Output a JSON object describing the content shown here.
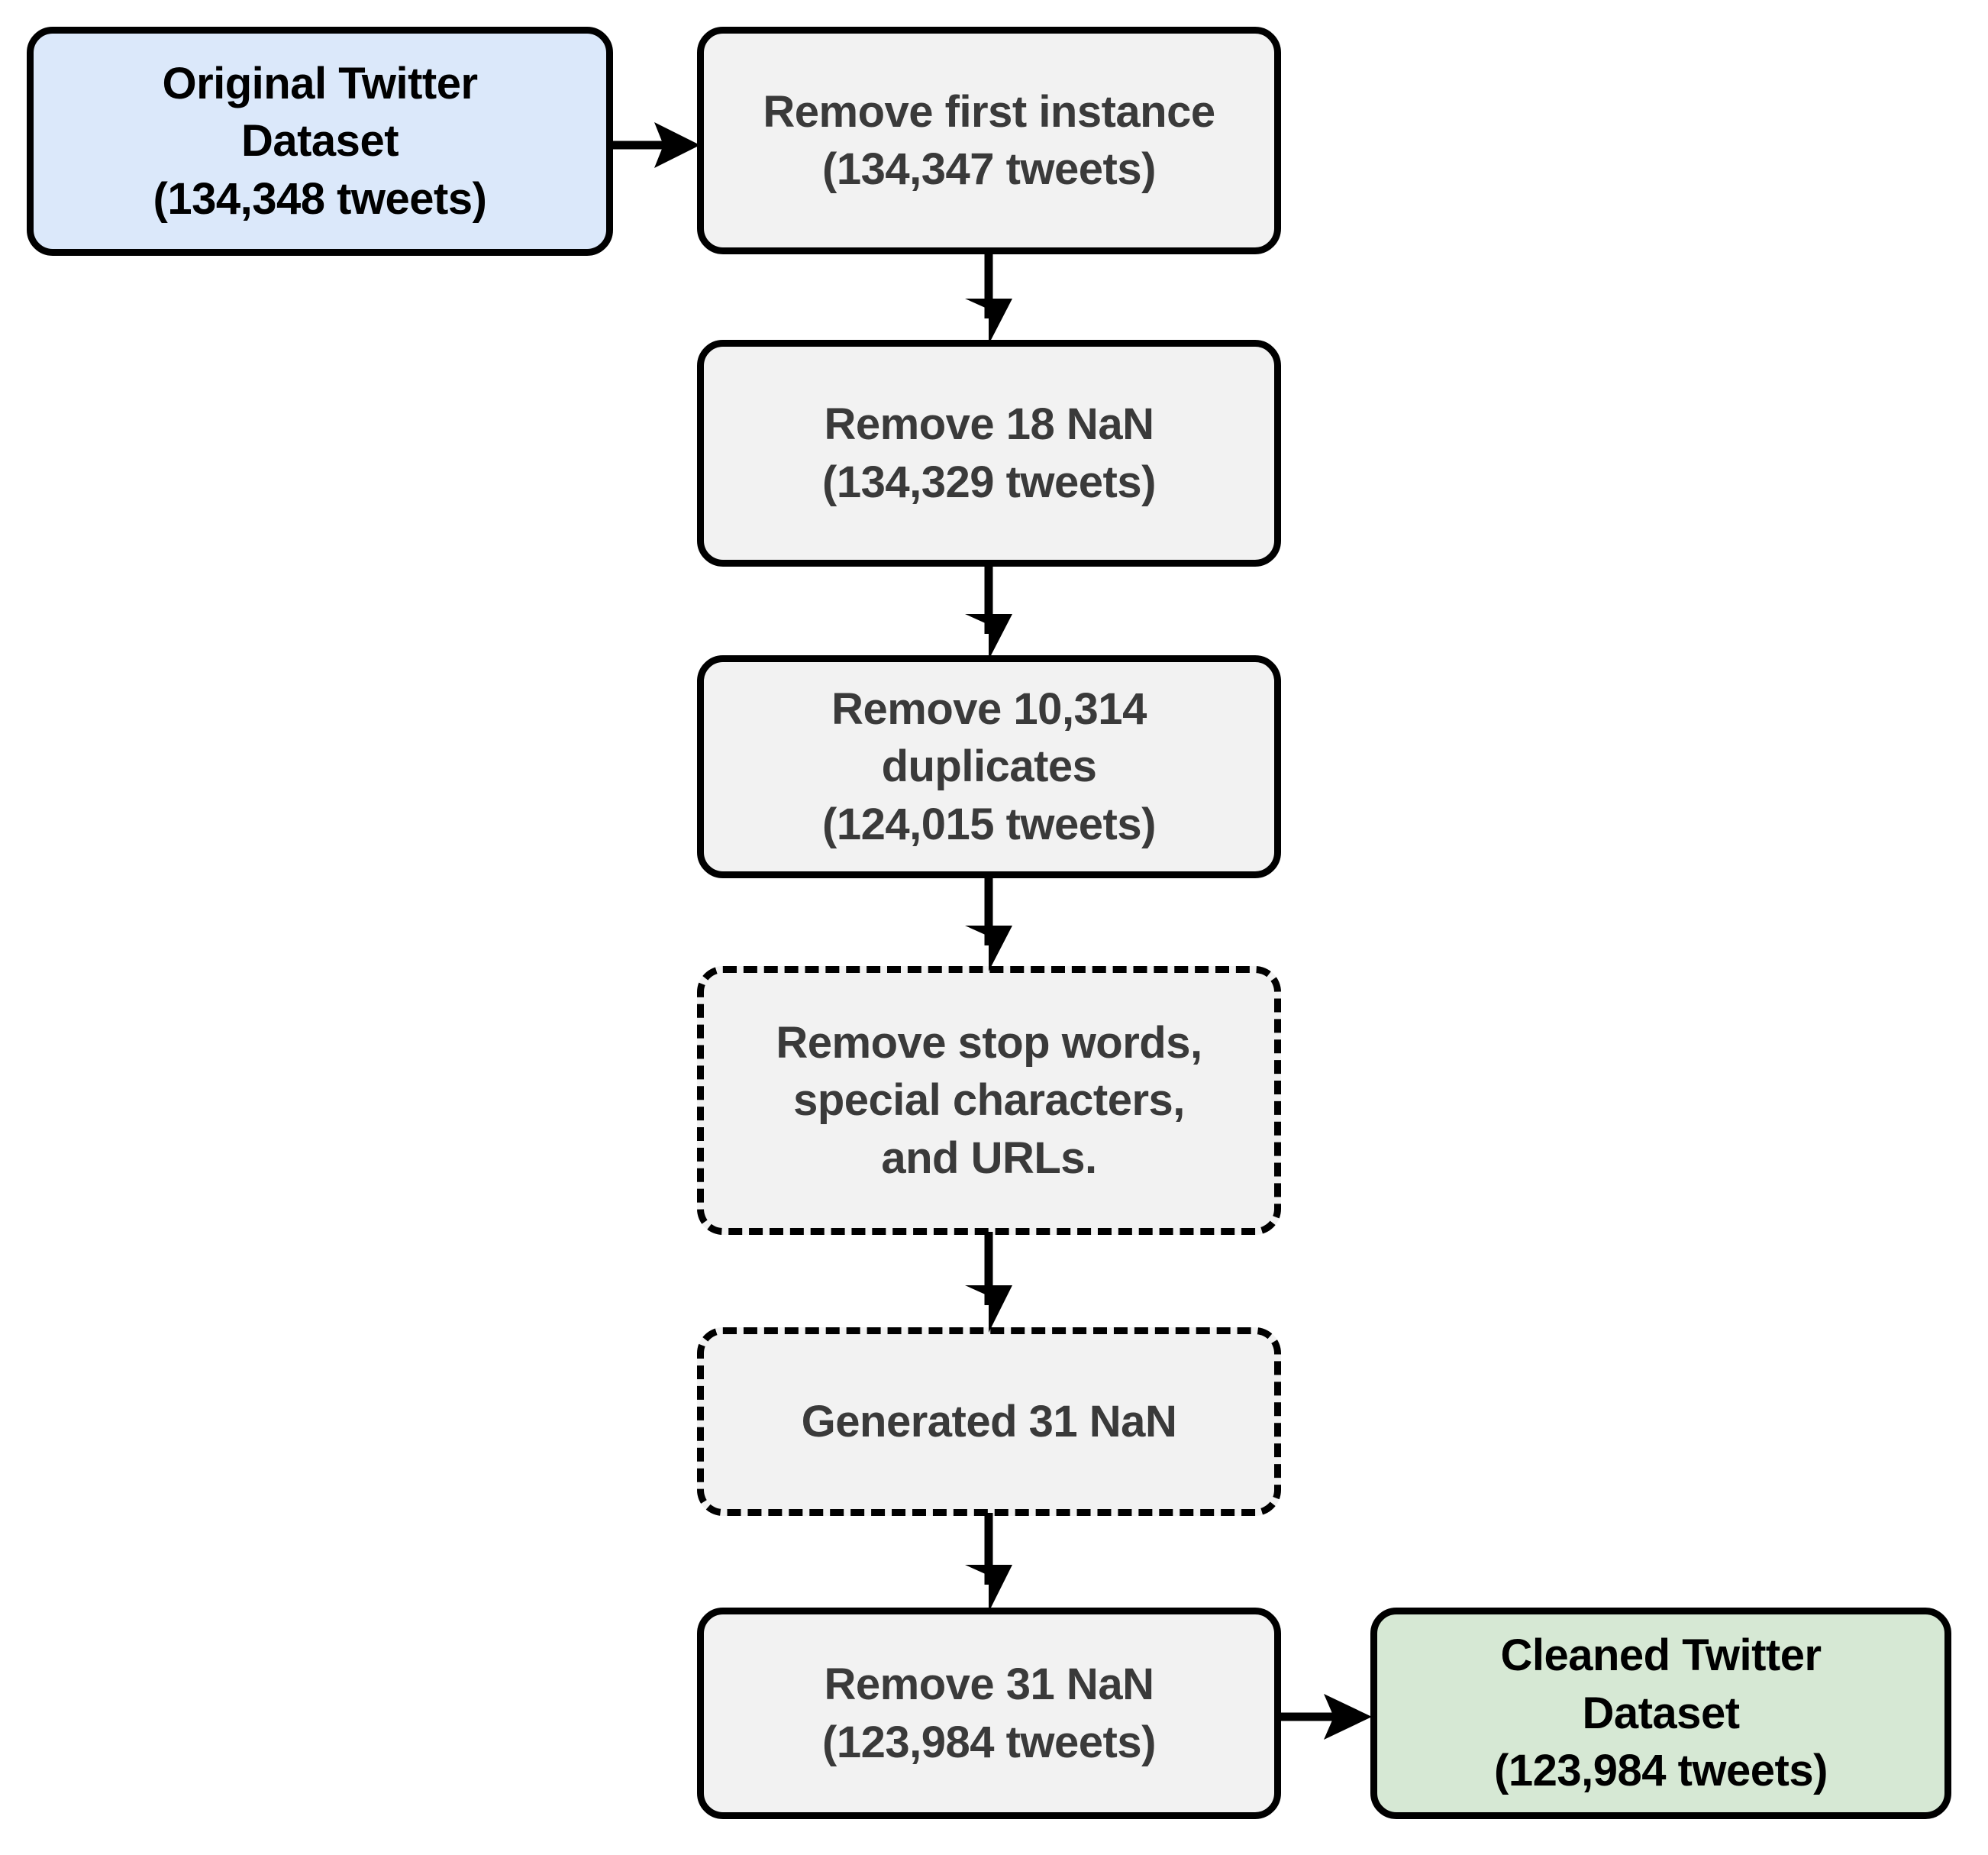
{
  "diagram": {
    "title_visible": false,
    "type": "flowchart",
    "colors": {
      "process_fill": "#f2f2f2",
      "process_text": "#3a3a3a",
      "start_fill": "#dbe8fa",
      "end_fill": "#d6e8d4",
      "stroke": "#000000",
      "background": "#ffffff"
    },
    "nodes": [
      {
        "id": "original-dataset",
        "label": "Original Twitter\nDataset\n(134,348 tweets)",
        "style": "solid",
        "fill": "start"
      },
      {
        "id": "remove-first-instance",
        "label": "Remove first instance\n(134,347 tweets)",
        "style": "solid",
        "fill": "process"
      },
      {
        "id": "remove-18-nan",
        "label": "Remove 18 NaN\n(134,329 tweets)",
        "style": "solid",
        "fill": "process"
      },
      {
        "id": "remove-duplicates",
        "label": "Remove 10,314\nduplicates\n(124,015 tweets)",
        "style": "solid",
        "fill": "process"
      },
      {
        "id": "remove-stopwords",
        "label": "Remove stop words,\nspecial characters,\nand URLs.",
        "style": "dashed",
        "fill": "process"
      },
      {
        "id": "generated-31-nan",
        "label": "Generated 31 NaN",
        "style": "dashed",
        "fill": "process"
      },
      {
        "id": "remove-31-nan",
        "label": "Remove 31 NaN\n(123,984 tweets)",
        "style": "solid",
        "fill": "process"
      },
      {
        "id": "cleaned-dataset",
        "label": "Cleaned Twitter\nDataset\n(123,984 tweets)",
        "style": "solid",
        "fill": "end"
      }
    ],
    "edges": [
      {
        "from": "original-dataset",
        "to": "remove-first-instance",
        "direction": "right"
      },
      {
        "from": "remove-first-instance",
        "to": "remove-18-nan",
        "direction": "down"
      },
      {
        "from": "remove-18-nan",
        "to": "remove-duplicates",
        "direction": "down"
      },
      {
        "from": "remove-duplicates",
        "to": "remove-stopwords",
        "direction": "down"
      },
      {
        "from": "remove-stopwords",
        "to": "generated-31-nan",
        "direction": "down"
      },
      {
        "from": "generated-31-nan",
        "to": "remove-31-nan",
        "direction": "down"
      },
      {
        "from": "remove-31-nan",
        "to": "cleaned-dataset",
        "direction": "right"
      }
    ]
  }
}
